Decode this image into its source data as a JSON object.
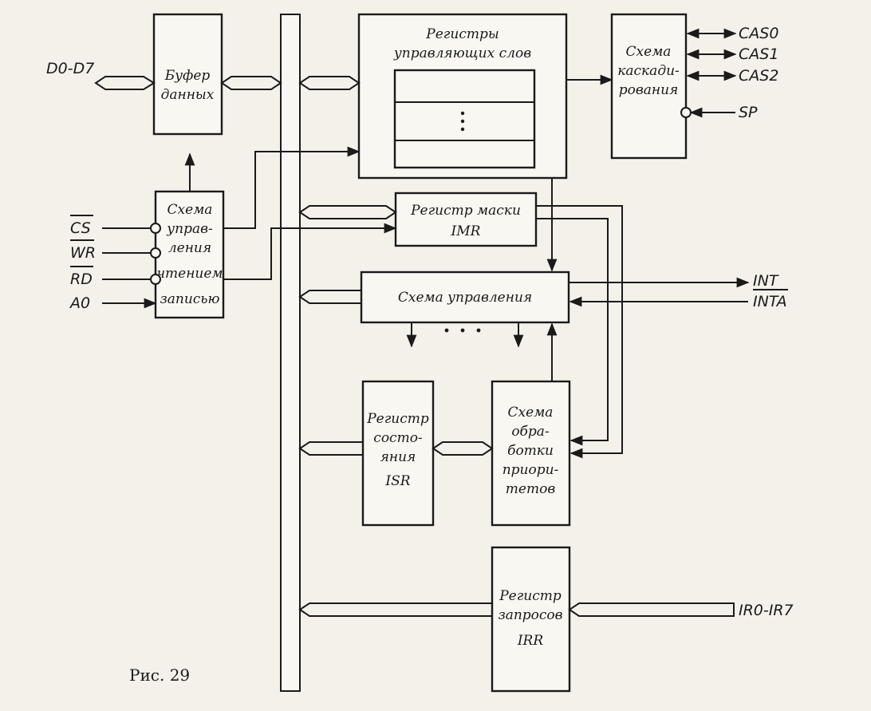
{
  "blocks": {
    "data_buffer": [
      "Буфер",
      "данных"
    ],
    "control_words": [
      "Регистры",
      "управляющих слов"
    ],
    "cascade": [
      "Схема",
      "каскади-",
      "рования"
    ],
    "rw_control": [
      "Схема",
      "управ-",
      "ления",
      "чтением",
      "записью"
    ],
    "mask_register": [
      "Регистр маски",
      "IMR"
    ],
    "control_circuit": [
      "Схема управления"
    ],
    "status_register": [
      "Регистр",
      "состо-",
      "яния",
      "ISR"
    ],
    "priority_circuit": [
      "Схема",
      "обра-",
      "ботки",
      "приори-",
      "тетов"
    ],
    "request_register": [
      "Регистр",
      "запросов",
      "IRR"
    ]
  },
  "signals": {
    "data_bus": "D0-D7",
    "cs": "CS",
    "wr": "WR",
    "rd": "RD",
    "a0": "A0",
    "cas0": "CAS0",
    "cas1": "CAS1",
    "cas2": "CAS2",
    "sp": "SP",
    "int": "INT",
    "inta": "INTA",
    "ir": "IR0-IR7"
  },
  "caption": "Рис. 29"
}
